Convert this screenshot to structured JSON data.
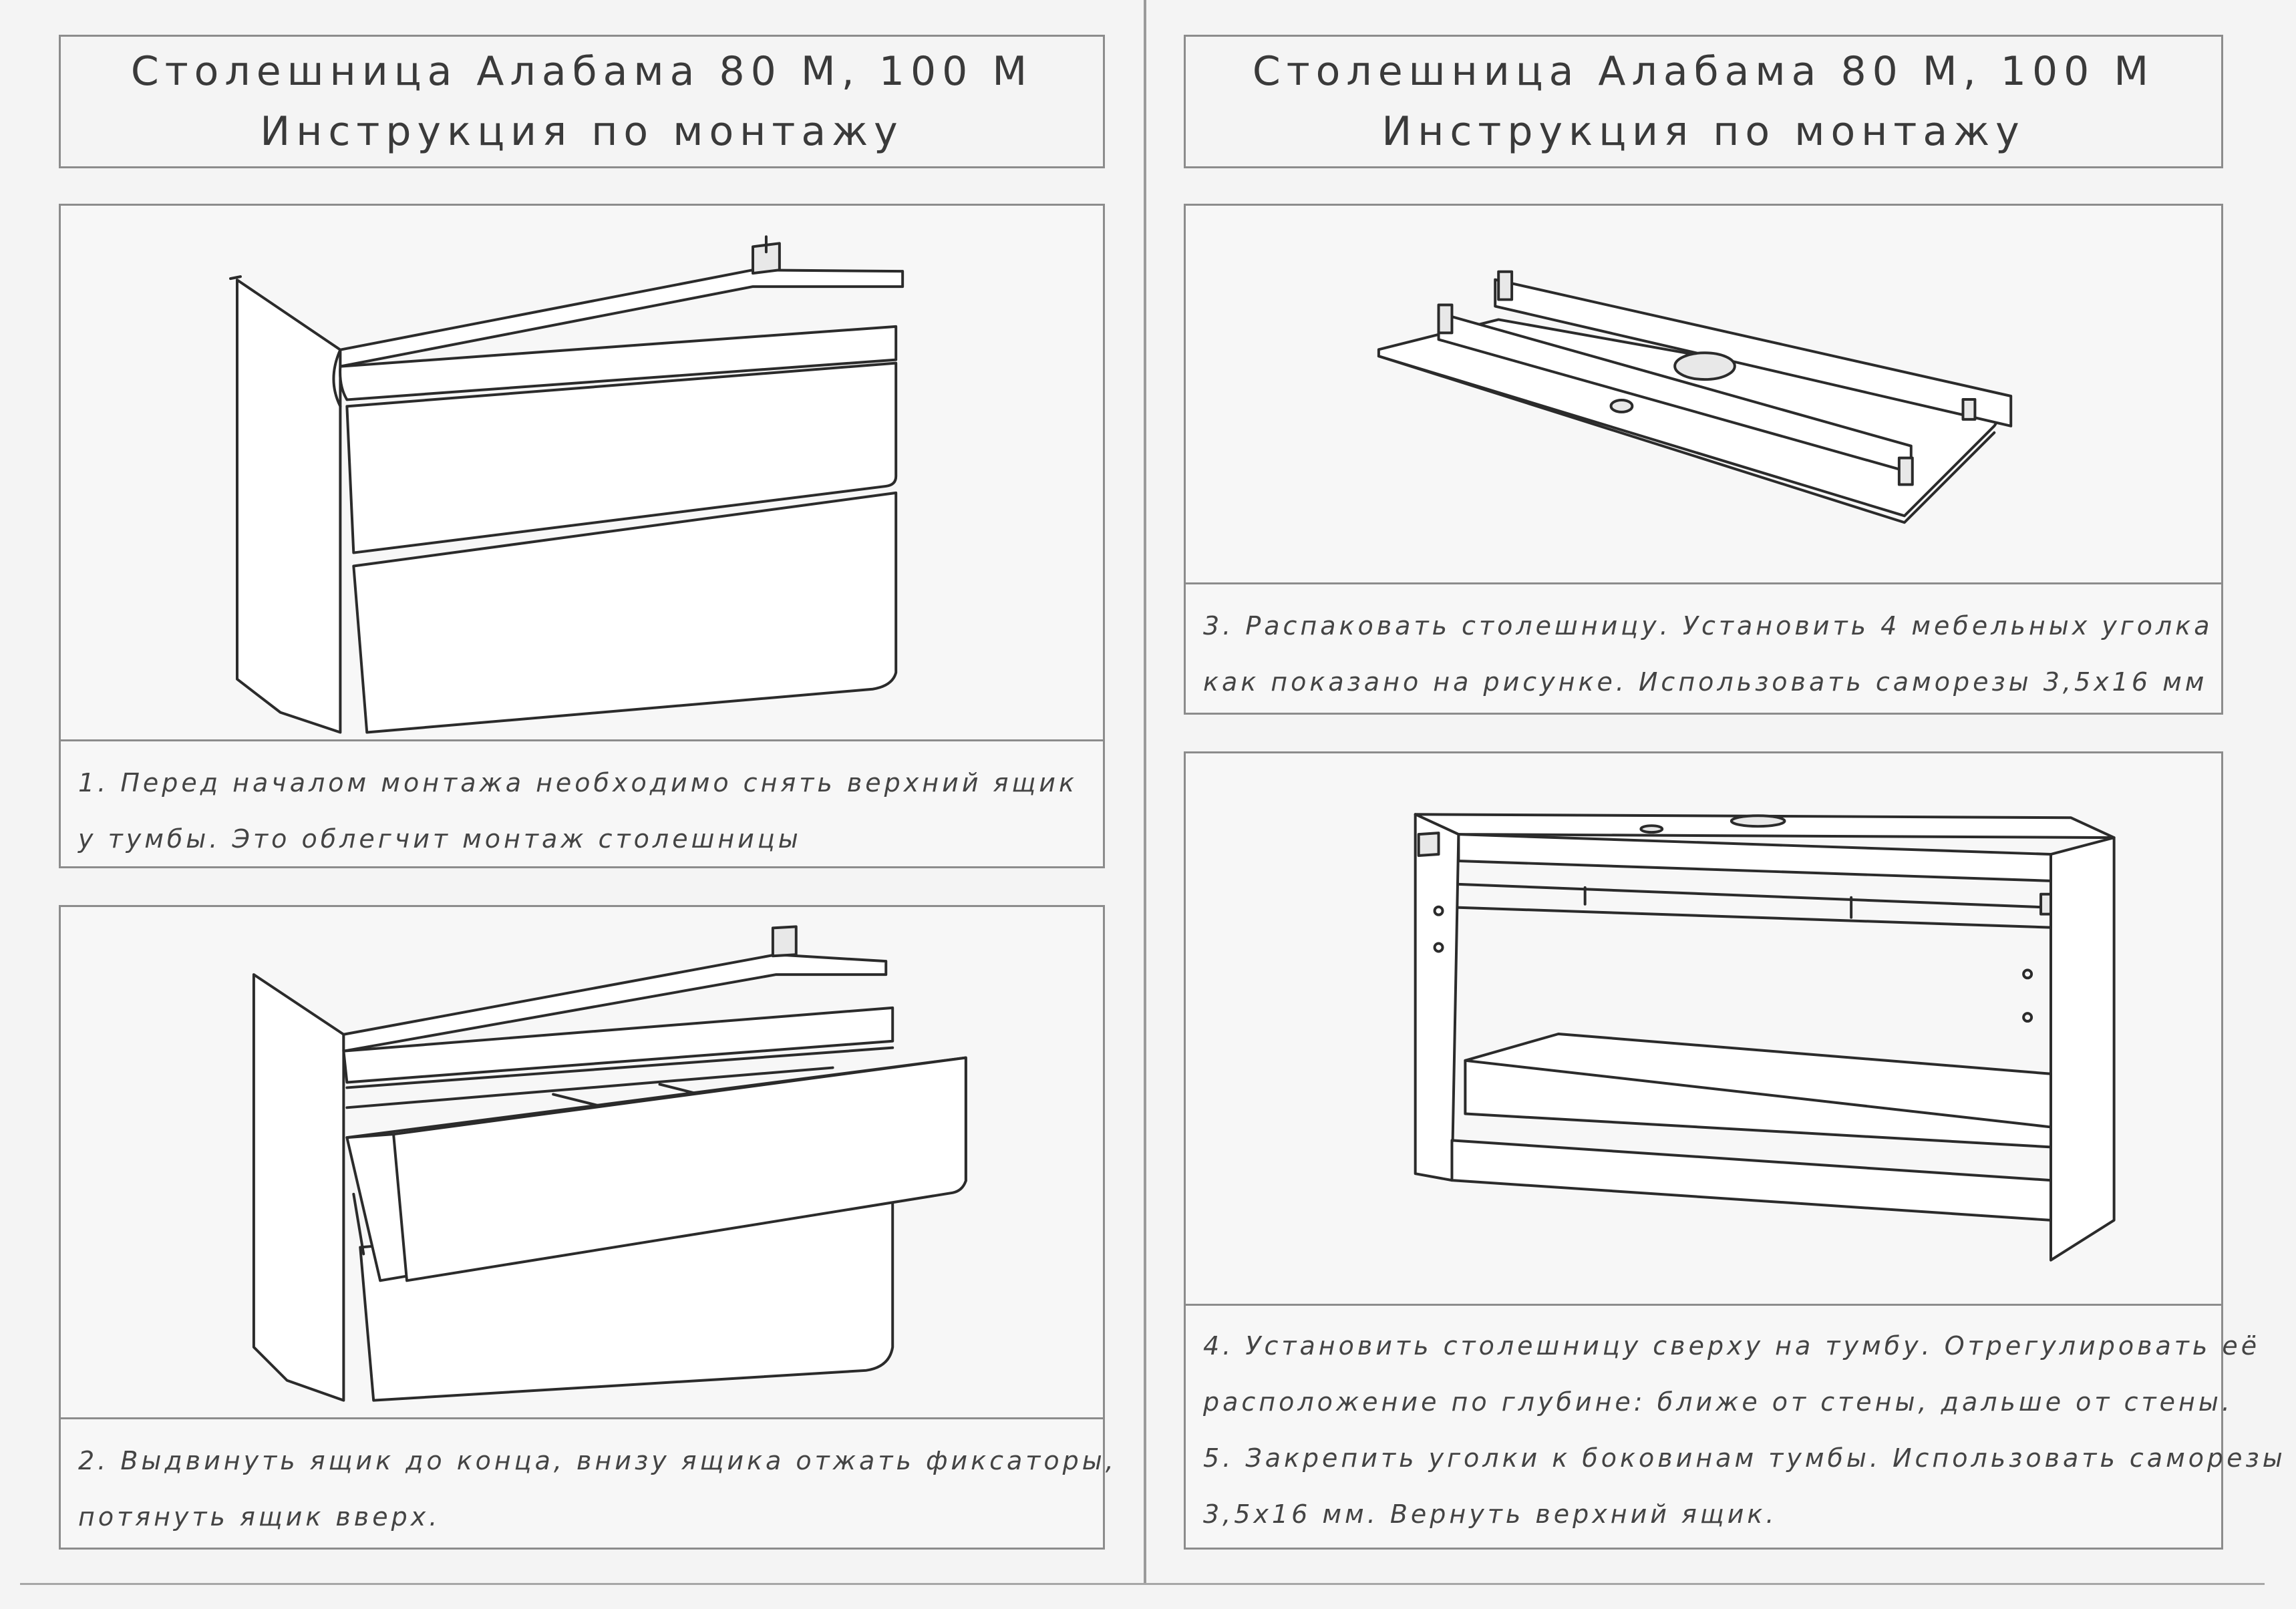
{
  "left": {
    "title": {
      "line1": "Столешница Алабама 80 М, 100 М",
      "line2": "Инструкция по монтажу"
    },
    "step1": {
      "line1": "1. Перед началом монтажа необходимо снять верхний ящик",
      "line2": "у тумбы. Это облегчит монтаж столешницы"
    },
    "step2": {
      "line1": "2. Выдвинуть ящик до конца, внизу ящика отжать фиксаторы,",
      "line2": "потянуть ящик вверх."
    }
  },
  "right": {
    "title": {
      "line1": "Столешница Алабама 80 М, 100 М",
      "line2": "Инструкция по монтажу"
    },
    "step3": {
      "line1": "3. Распаковать столешницу. Установить 4 мебельных уголка",
      "line2": "как показано на рисунке. Использовать саморезы 3,5х16 мм"
    },
    "step45": {
      "line1": "4. Установить столешницу сверху на тумбу. Отрегулировать её",
      "line2": "расположение по глубине: ближе от стены, дальше от стены.",
      "line3": "5. Закрепить уголки к боковинам тумбы. Использовать саморезы",
      "line4": "3,5х16 мм. Вернуть верхний ящик."
    }
  }
}
